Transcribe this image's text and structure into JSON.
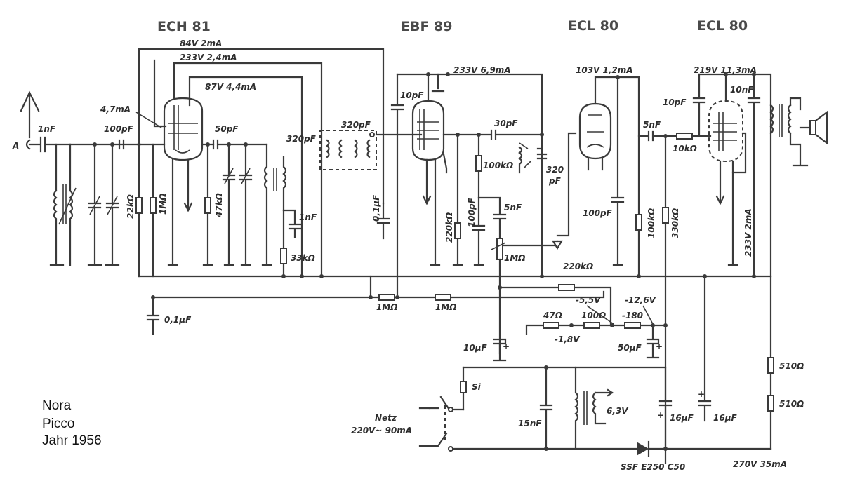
{
  "tubes": [
    "ECH 81",
    "EBF 89",
    "ECL 80",
    "ECL 80"
  ],
  "note": {
    "brand": "Nora",
    "model": "Picco",
    "year": "Jahr 1956"
  },
  "labels": {
    "antenna": "A",
    "c_ant": "1nF",
    "c_100pF": "100pF",
    "i_47mA": "4,7mA",
    "v_84": "84V   2mA",
    "v_233a": "233V   2,4mA",
    "v_87": "87V  4,4mA",
    "c_50pF": "50pF",
    "c_320pF_a": "320pF",
    "c_320pF_b": "320pF",
    "c_320pF_c": "320",
    "c_320pF_c2": "pF",
    "r_22k": "22kΩ",
    "r_1M_a": "1MΩ",
    "r_47k": "47kΩ",
    "c_1nF_b": "1nF",
    "r_33k": "33kΩ",
    "c_01uF_a": "0,1µF",
    "c_01uF_b": "0,1µF",
    "c_10pF_a": "10pF",
    "v_233b": "233V  6,9mA",
    "c_30pF": "30pF",
    "r_100k_a": "100kΩ",
    "c_100pF_b": "100pF",
    "r_220k_a": "220kΩ",
    "c_5nF_a": "5nF",
    "pot_1M": "1MΩ",
    "v_103": "103V  1,2mA",
    "c_100pF_c": "100pF",
    "c_5nF_b": "5nF",
    "r_10k": "10kΩ",
    "r_100k_b": "100kΩ",
    "r_330k": "330kΩ",
    "v_219": "219V  11,3mA",
    "c_10pF_b": "10pF",
    "c_10nF": "10nF",
    "v_233c": "233V  2mA",
    "r_220k_b": "220kΩ",
    "r_1M_b": "1MΩ",
    "r_1M_c": "1MΩ",
    "v_m55": "-5,5V",
    "v_m126": "-12,6V",
    "r_47": "47Ω",
    "r_100": "100Ω",
    "v_m180": "-180",
    "v_m18": "-1,8V",
    "c_10uF": "10µF",
    "c_50uF": "50µF",
    "r_510a": "510Ω",
    "r_510b": "510Ω",
    "fuse": "Si",
    "mains": "Netz",
    "mains_v": "220V~ 90mA",
    "c_15nF": "15nF",
    "v_heater": "6,3V",
    "c_16uF_a": "16µF",
    "c_16uF_b": "16µF",
    "rectifier": "SSF E250 C50",
    "v_270": "270V  35mA"
  }
}
